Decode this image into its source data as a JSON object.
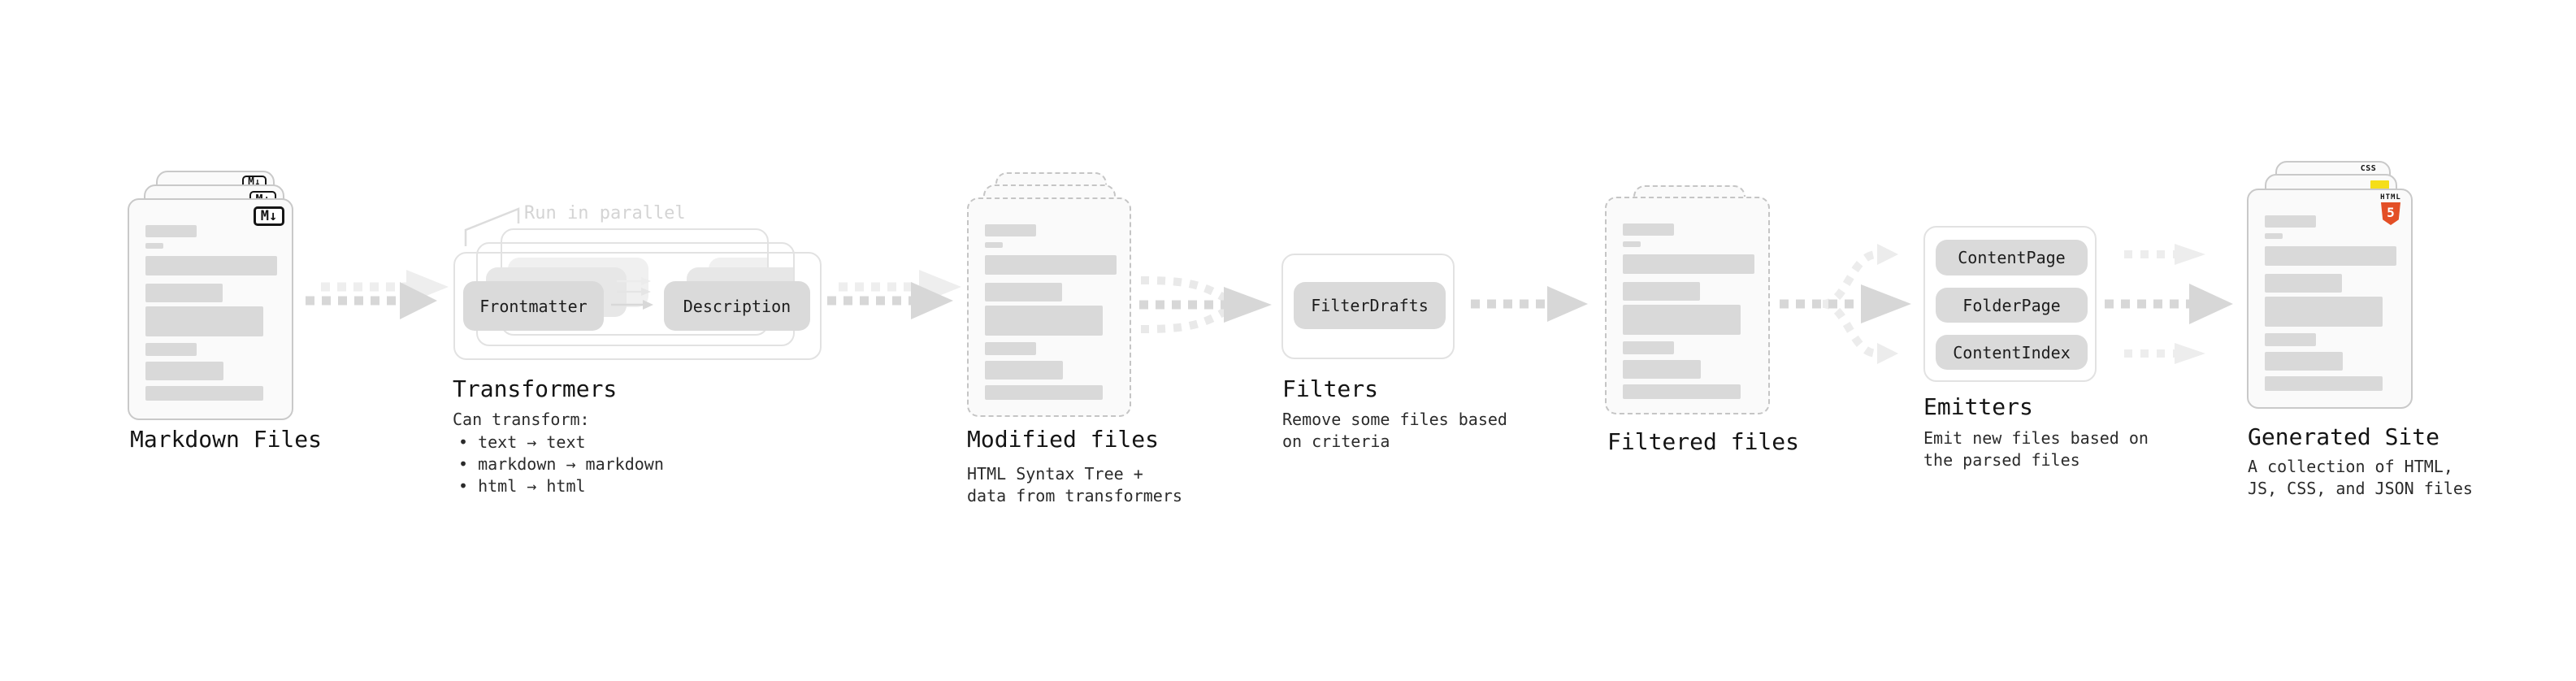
{
  "stages": {
    "markdown_files": {
      "title": "Markdown Files",
      "badge_label": "M↓"
    },
    "transformers": {
      "annotation": "Run in parallel",
      "pills": [
        "Frontmatter",
        "Description"
      ],
      "title": "Transformers",
      "subtitle": "Can transform:",
      "bullets": [
        "• text → text",
        "• markdown → markdown",
        "• html → html"
      ]
    },
    "modified_files": {
      "title": "Modified files",
      "subtitle": "HTML Syntax Tree +\ndata from transformers"
    },
    "filters": {
      "pills": [
        "FilterDrafts"
      ],
      "title": "Filters",
      "subtitle": "Remove some files based\non criteria"
    },
    "filtered_files": {
      "title": "Filtered files"
    },
    "emitters": {
      "pills": [
        "ContentPage",
        "FolderPage",
        "ContentIndex"
      ],
      "title": "Emitters",
      "subtitle": "Emit new files based on\nthe parsed files"
    },
    "generated_site": {
      "title": "Generated Site",
      "subtitle": "A collection of HTML,\nJS, CSS, and JSON files",
      "badges": {
        "css_label": "CSS",
        "html_label": "HTML",
        "html_number": "5"
      }
    }
  },
  "colors": {
    "html5_orange": "#e34f26",
    "js_yellow": "#f5de19",
    "css_blue": "#2965f1"
  }
}
